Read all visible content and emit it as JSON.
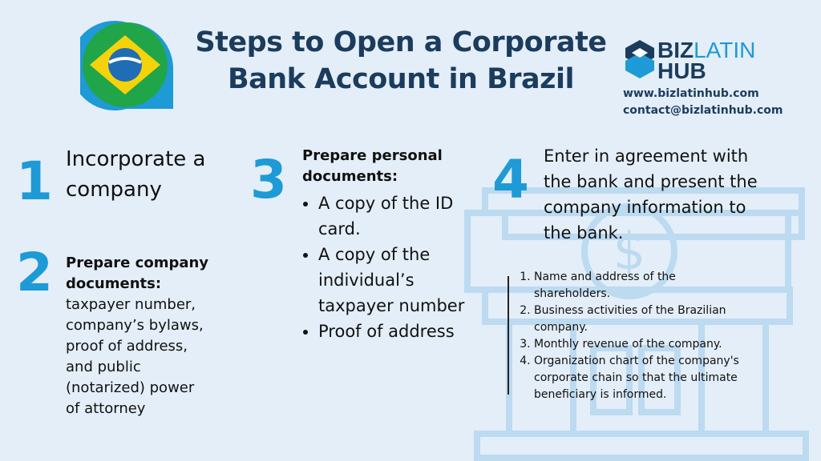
{
  "header": {
    "title_line1": "Steps to Open a Corporate",
    "title_line2": "Bank Account in Brazil"
  },
  "logo": {
    "part1": "BIZ",
    "part2": "LATIN",
    "part3": "HUB",
    "website": "www.bizlatinhub.com",
    "email": "contact@bizlatinhub.com"
  },
  "colors": {
    "accent": "#1e9ad6",
    "navy": "#1c3c5d",
    "background": "#e3eef8",
    "flag_green": "#21a549",
    "flag_yellow": "#f5d30b",
    "flag_blue": "#1f6db4"
  },
  "icons": [
    "brazil-flag-pin-icon",
    "bizlatinhub-logo-icon",
    "bank-building-icon"
  ],
  "steps": {
    "s1": {
      "number": "1",
      "text_line1": "Incorporate a",
      "text_line2": "company"
    },
    "s2": {
      "number": "2",
      "heading_line1": "Prepare company",
      "heading_line2": "documents:",
      "body": [
        "taxpayer number,",
        "company’s bylaws,",
        "proof of address,",
        "and public",
        "(notarized) power",
        "of attorney"
      ]
    },
    "s3": {
      "number": "3",
      "heading_line1": "Prepare personal",
      "heading_line2": "documents:",
      "bullets": [
        "A copy of the ID card.",
        "A copy of the individual’s taxpayer number",
        "Proof of address"
      ]
    },
    "s4": {
      "number": "4",
      "text": [
        "Enter in agreement with",
        "the bank and present the",
        "company information to",
        "the bank."
      ],
      "items": [
        "Name and address of the shareholders.",
        "Business activities of the Brazilian company.",
        "Monthly revenue of the company.",
        "Organization chart of the company's corporate chain so that the ultimate beneficiary is informed."
      ]
    }
  }
}
